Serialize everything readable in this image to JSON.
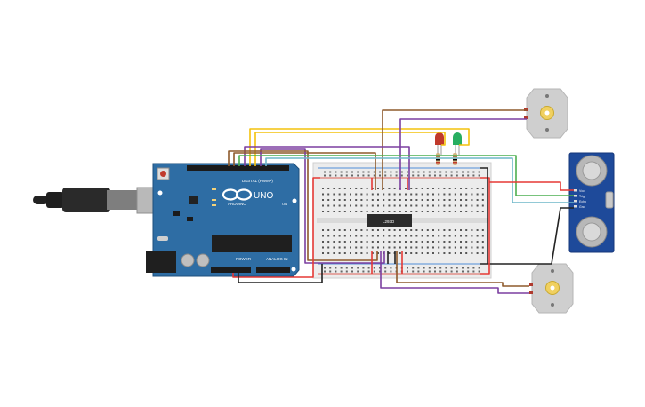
{
  "arduino": {
    "brand_text": "ARDUINO",
    "model_text": "UNO",
    "digital_label": "DIGITAL (PWM~)",
    "power_label": "POWER",
    "analog_label": "ANALOG IN",
    "on_label": "ON",
    "color": "#2e6da4"
  },
  "driver_chip": {
    "label": "L293D"
  },
  "ultrasonic_sensor": {
    "pin_labels": [
      "Vcc",
      "Trig",
      "Echo",
      "Gnd"
    ],
    "color": "#1e4a9a"
  },
  "leds": [
    {
      "name": "red-led",
      "color": "#c0392b"
    },
    {
      "name": "green-led",
      "color": "#27ae60"
    }
  ],
  "motors": [
    {
      "name": "motor-top"
    },
    {
      "name": "motor-bottom"
    }
  ],
  "wire_colors": {
    "red": "#e53935",
    "black": "#222222",
    "yellow": "#f4c20d",
    "purple": "#7b3fa0",
    "brown": "#8d5a2b",
    "green": "#4caf50",
    "teal": "#6fb7c9"
  }
}
